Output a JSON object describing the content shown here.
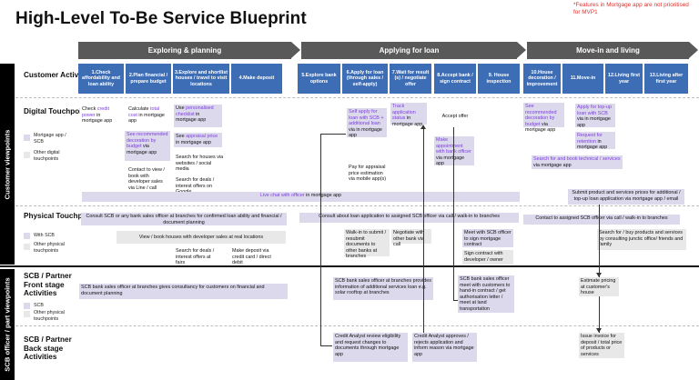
{
  "title": "High-Level To-Be Service Blueprint",
  "note": "*Features in Mortgage app are not prioritised for MVP1",
  "side_labels": {
    "customer": "Customer viewpoints",
    "scb": "SCB officer / part viewpoints"
  },
  "rows": {
    "activities": "Customer Activities",
    "digital": "Digital Touchpoints",
    "physical": "Physical Touchpoints",
    "front": "SCB / Partner Front stage Activities",
    "back": "SCB / Partner Back stage Activities"
  },
  "legend": {
    "digital_a": "Mortgage app / SCB",
    "digital_b": "Other digital touchpoints",
    "physical_a": "With SCB",
    "physical_b": "Other physical touchpoints",
    "front_a": "SCB",
    "front_b": "Other physical touchpoints"
  },
  "phases": [
    "Exploring & planning",
    "Applying for loan",
    "Move-in and living"
  ],
  "activities": [
    "1.Check affordability and loan ability",
    "2.Plan financial / prepare budget",
    "3.Explore and shortlist houses / travel to visit locations",
    "4.Make deposit",
    "5.Explore bank options",
    "6.Apply for loan (through sales / self-apply)",
    "7.Wait for result (s) / negotiate offer",
    "8.Accept bank / sign contract",
    "9. House inspection",
    "10.House decoration / improvement",
    "11.Move-in",
    "12.Living first year",
    "13.Living after first year"
  ],
  "digital": {
    "d1a": "Check ",
    "d1b": "credit power",
    "d1c": " in mortgage app",
    "d2a": "Calculate ",
    "d2b": "total cost",
    "d2c": " in mortgage app",
    "d2d": "See recommended decoration by budget",
    "d2e": " via mortgage app",
    "d2f": "Contact to view / book with developer sales via Line / call",
    "d3a": "Use ",
    "d3b": "personalised checklist",
    "d3c": " in mortgage app",
    "d3d": "See ",
    "d3e": "appraisal price",
    "d3f": " in mortgage app",
    "d3g": "Search for houses via websites / social media",
    "d3h": "Search for deals / interest offers on Google",
    "d6a": "Self apply for loan with SCB + additional loan",
    "d6b": " via in mortgage app",
    "d6c": "Pay for appraisal price estimation via mobile app(s)",
    "d7a": "Track application status",
    "d7b": " in mortgage app",
    "d8a": "Accept offer",
    "d8b": "Make appointment with bank officer",
    "d8c": " via mortgage app",
    "d10a": "See recommended decoration by budget",
    "d10b": " via mortgage app",
    "d11a": "Apply for top-up loan with SCB",
    "d11b": " via in mortgage app",
    "d11c": "Request for retention",
    "d11d": " in mortgage app",
    "d11e": "Search for and book technical / services",
    "d11f": " via mortgage app",
    "live_chat": "Live chat with officer",
    "live_chat_b": " in mortgage app",
    "submit_prices": "Submit product and services prices for additional / top-up loan application via mortgage app / email"
  },
  "physical": {
    "consult_scb": "Consult SCB or any bank sales officer at branches for confirmed loan ability and financial / document planning",
    "view_book": "View / book houses with developer sales at real locations",
    "search_deals": "Search for deals / interest offers at fairs",
    "make_deposit": "Make deposit via credit card / direct debit",
    "consult_loan": "Consult about loan application to assigned SCB officer via call / walk-in to branches",
    "walkin": "Walk-in to submit / resubmit documents to other banks at branches",
    "negotiate": "Negotiate with other bank via call",
    "meet_sign": "Meet with SCB officer to sign mortgage contract",
    "sign_dev": "Sign contract with developer / owner",
    "contact_assigned": "Contact to assigned SCB officer via call / walk-in to branches",
    "search_buy": "Search for / buy products and services by consulting junctic office/ friends and family"
  },
  "front": {
    "f1": "SCB bank sales officer at branches gives consultancy for customers on financial and document planning",
    "f6": "SCB bank sales officer at branches provides information of additional services loan  e.g. solar rooftop at branches",
    "f8": "SCB bank sales officer meet with customers to hand-in contract / get authorisation letter / meet at land transportation",
    "f11": "Estimate pricing at customer's house"
  },
  "back": {
    "b6": "Credit Analyst review eligibility and request changes to documents through mortgage app",
    "b7": "Credit Analyst approves / rejects application and inform reason via mortgage app",
    "b11": "Issue invoice for deposit / total price of products or services"
  },
  "colors": {
    "phase": "#595959",
    "activity": "#3d6db5",
    "scb": "#dcd9ec",
    "other": "#e8e8e8",
    "accent": "#7d3de0"
  }
}
